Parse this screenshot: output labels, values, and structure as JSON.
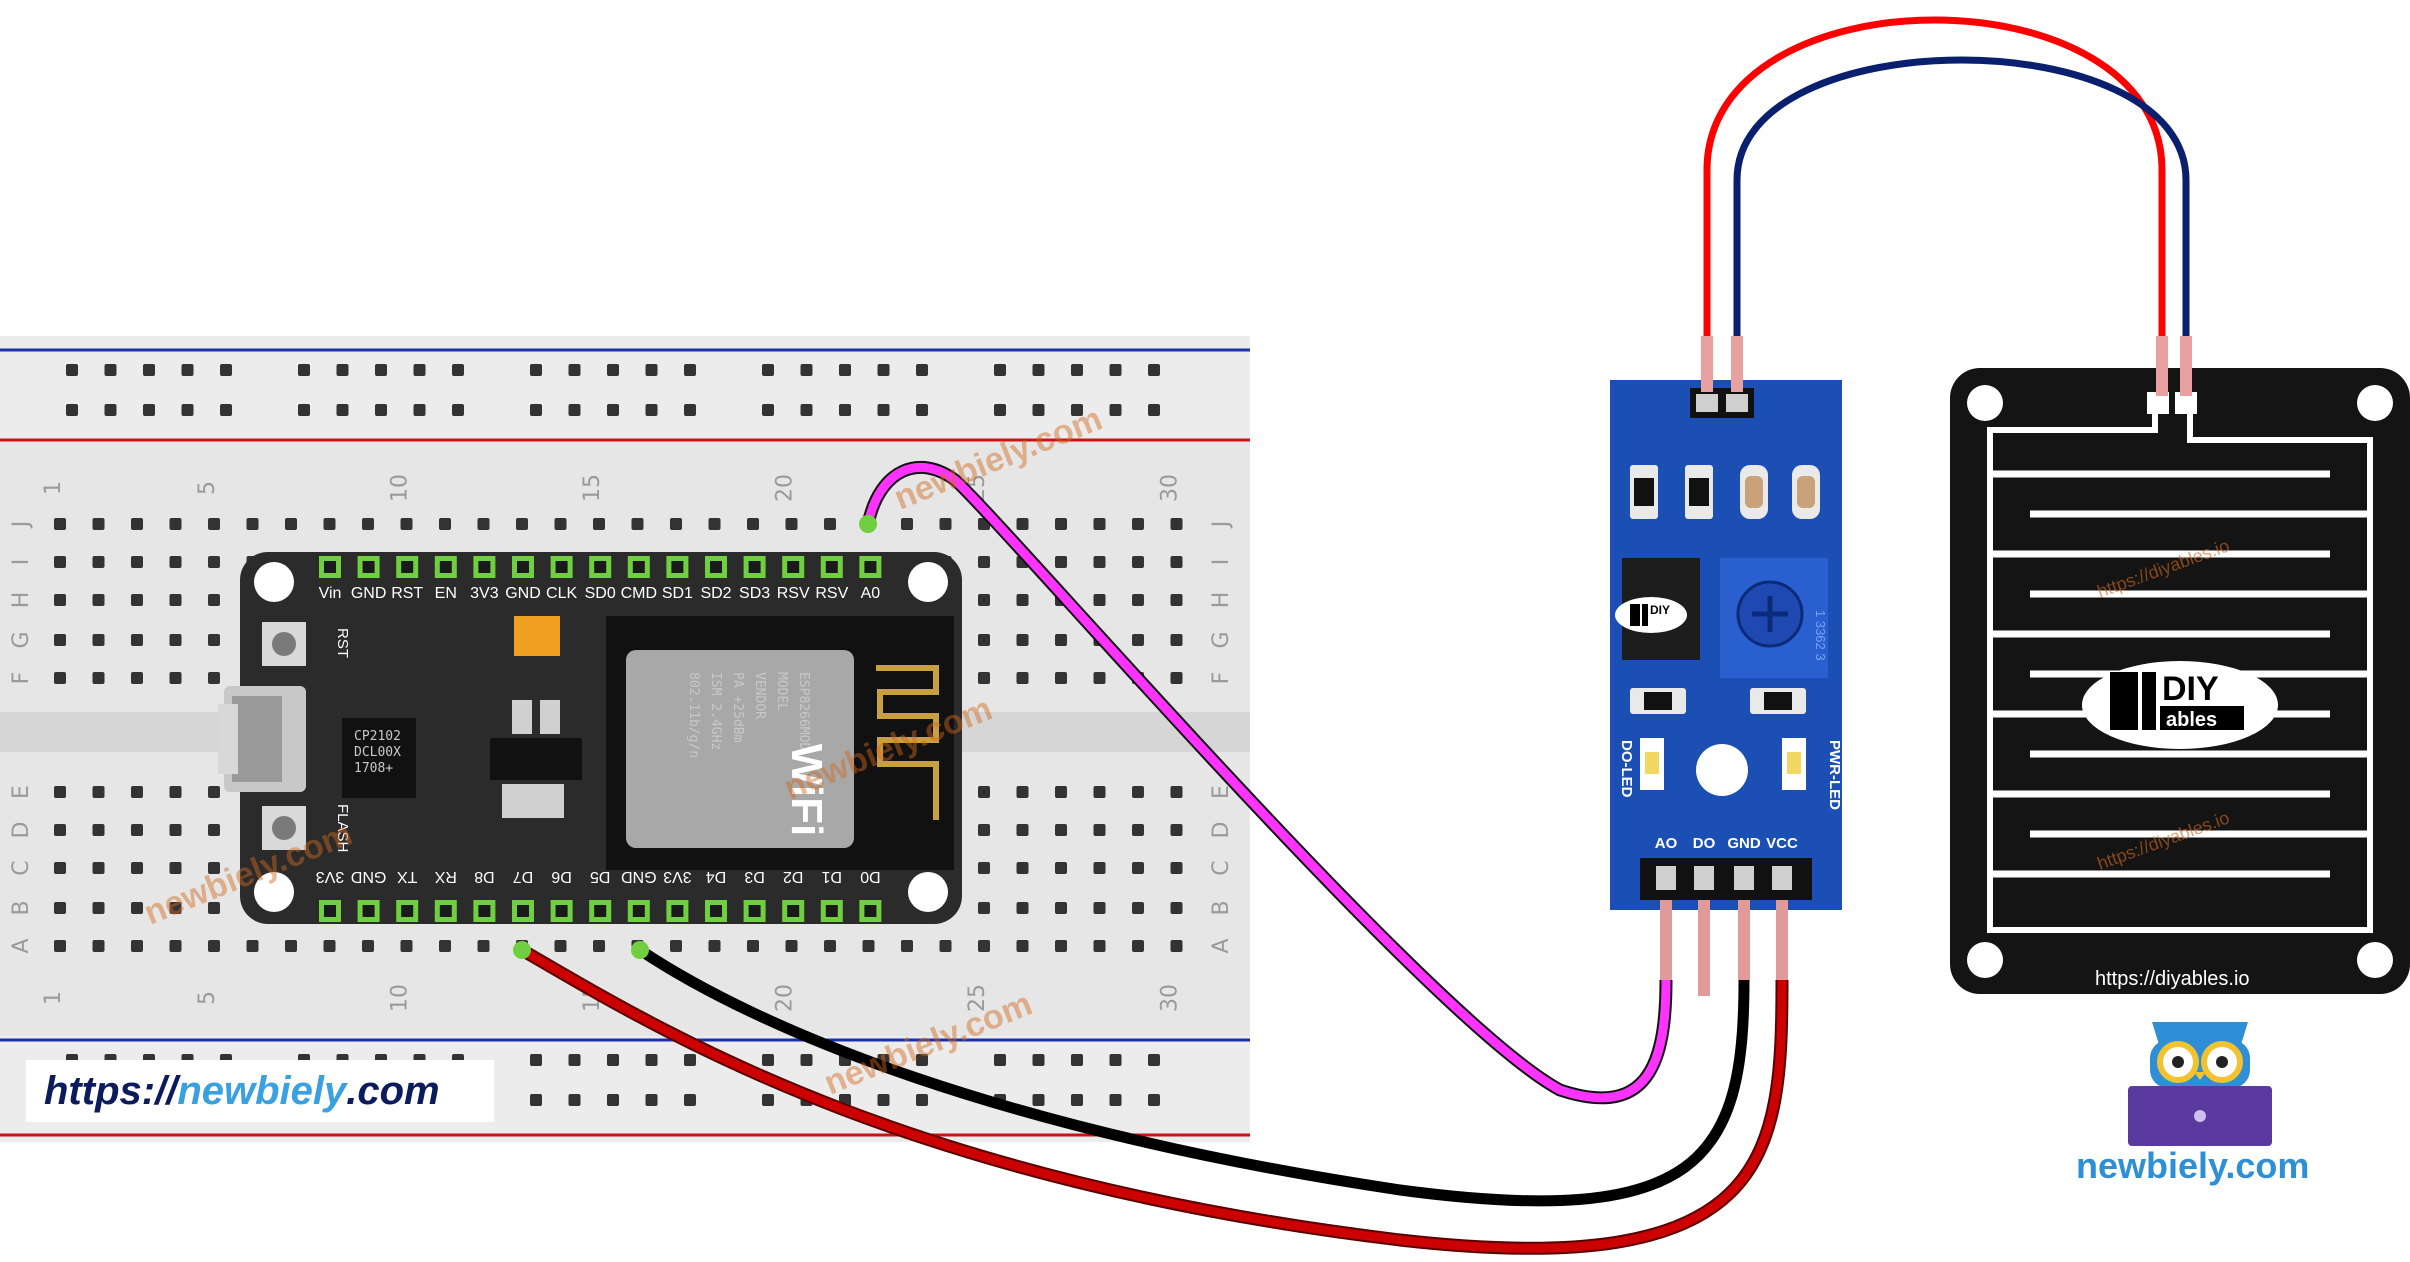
{
  "banner": {
    "prefix": "https://",
    "site": "newbiely",
    "suffix": ".com"
  },
  "mascot_caption": "newbiely.com",
  "watermark": "newbiely.com",
  "sensor_watermark": "https://diyables.io",
  "sensor_url": "https://diyables.io",
  "logo": {
    "diy": "DIY",
    "ables": "ables"
  },
  "breadboard": {
    "column_numbers": [
      "1",
      "5",
      "10",
      "15",
      "20",
      "25",
      "30"
    ],
    "rows_top": [
      "J",
      "I",
      "H",
      "G",
      "F"
    ],
    "rows_bottom": [
      "E",
      "D",
      "C",
      "B",
      "A"
    ]
  },
  "mcu": {
    "top_pins": [
      "Vin",
      "GND",
      "RST",
      "EN",
      "3V3",
      "GND",
      "CLK",
      "SD0",
      "CMD",
      "SD1",
      "SD2",
      "SD3",
      "RSV",
      "RSV",
      "A0"
    ],
    "bottom_pins": [
      "3V3",
      "GND",
      "TX",
      "RX",
      "D8",
      "D7",
      "D6",
      "D5",
      "GND",
      "3V3",
      "D4",
      "D3",
      "D2",
      "D1",
      "D0"
    ],
    "button_rst": "RST",
    "button_flash": "FLASH",
    "module_lines": [
      "802.11b/g/n",
      "ISM 2.4GHz",
      "PA +25dBm",
      "VENDOR",
      "MODEL",
      "ESP8266MOD"
    ],
    "wifi": "WiFi"
  },
  "module": {
    "pins": [
      "AO",
      "DO",
      "GND",
      "VCC"
    ],
    "led_do": "DO-LED",
    "led_pwr": "PWR-LED",
    "pot": "1 3362 3"
  },
  "colors": {
    "wire_a0": "#ff33ff",
    "wire_gnd": "#000000",
    "wire_vcc": "#cc0000",
    "sensor_wire_red": "#ff0000",
    "sensor_wire_blue": "#0a1f6e",
    "mcu_board": "#2b2b2b",
    "module_board": "#1c4fb4",
    "pin_green": "#6fcf40"
  }
}
